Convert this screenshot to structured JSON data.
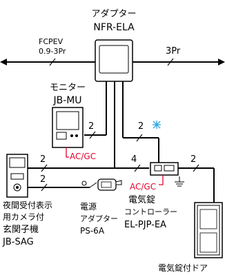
{
  "adapter": {
    "label_line1": "アダプター",
    "label_line2": "NFR-ELA"
  },
  "left_cable": {
    "label_line1": "FCPEV",
    "label_line2": "0.9-3Pr"
  },
  "right_cable": {
    "label": "3Pr"
  },
  "monitor": {
    "label_line1": "モニター",
    "label_line2": "JB-MU"
  },
  "entrance_unit": {
    "label_line1": "夜間受付表示",
    "label_line2": "用カメラ付",
    "label_line3": "玄関子機",
    "label_line4": "JB-SAG"
  },
  "power_adapter": {
    "label_line1": "電源",
    "label_line2": "アダプター",
    "label_line3": "PS-6A"
  },
  "lock_controller": {
    "label_line1": "電気錠",
    "label_line2": "コントローラー",
    "label_line3": "EL-PJP-EA"
  },
  "door": {
    "label": "電気錠付ドア"
  },
  "ac_gc_monitor": "AC/GC",
  "ac_gc_controller": "AC/GC",
  "wire_counts": {
    "monitor_line": "2",
    "controller_top": "2",
    "entrance_upper": "2",
    "entrance_lower": "2",
    "controller_left": "4",
    "door_line": "2"
  },
  "colors": {
    "accent_red": "#e6002d",
    "snow_blue": "#33aadd"
  },
  "icons": {
    "snow": "snowflake-icon",
    "ground": "ground-icon"
  }
}
